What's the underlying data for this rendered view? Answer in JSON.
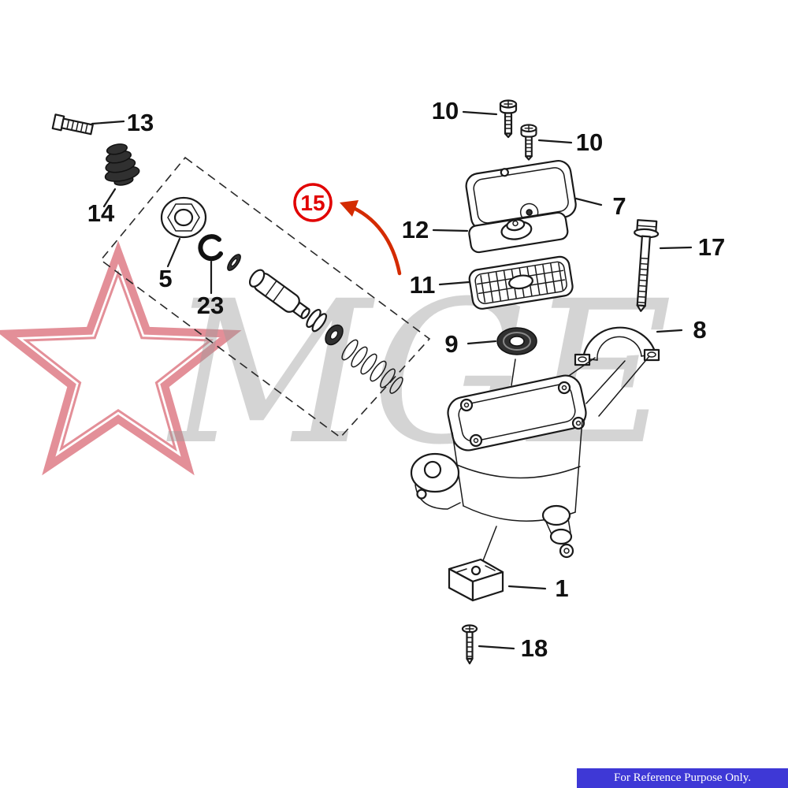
{
  "diagram": {
    "description": "Exploded parts diagram of a brake master cylinder assembly",
    "highlighted_part": "15",
    "labels": [
      {
        "part": "13"
      },
      {
        "part": "14"
      },
      {
        "part": "5"
      },
      {
        "part": "23"
      },
      {
        "part": "15"
      },
      {
        "part": "10"
      },
      {
        "part": "10"
      },
      {
        "part": "7"
      },
      {
        "part": "12"
      },
      {
        "part": "11"
      },
      {
        "part": "17"
      },
      {
        "part": "8"
      },
      {
        "part": "9"
      },
      {
        "part": "1"
      },
      {
        "part": "18"
      }
    ]
  },
  "watermark": {
    "text": "MGE"
  },
  "footer": {
    "text": "For Reference Purpose Only."
  },
  "colors": {
    "line": "#1a1a1a",
    "highlight_circle": "#e10000",
    "arrow": "#d42b00",
    "footer_bg": "#3e38d6",
    "footer_text": "#ffffff",
    "watermark_text": "#9b9b9b",
    "star": "#cc3344"
  }
}
